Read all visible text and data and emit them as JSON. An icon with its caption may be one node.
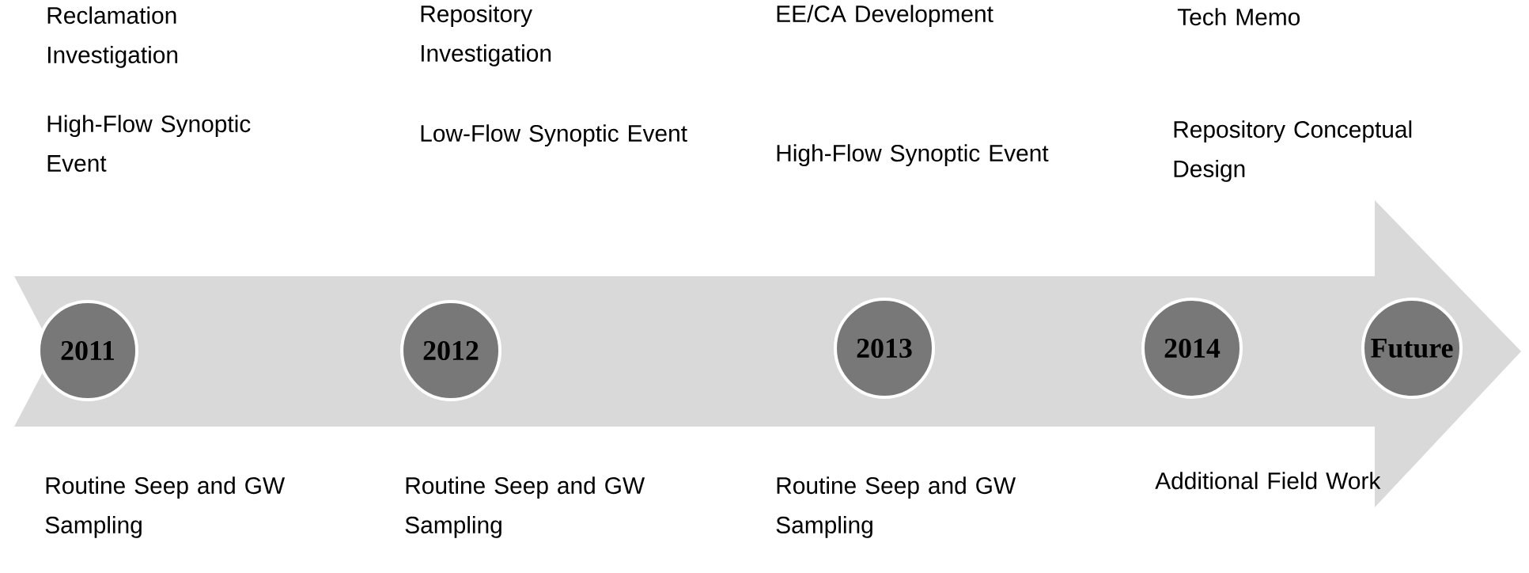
{
  "diagram": {
    "nodes": [
      {
        "text": [
          "2011"
        ]
      },
      {
        "text": [
          "2012"
        ]
      },
      {
        "text": [
          "2013"
        ]
      },
      {
        "text": [
          "2014"
        ]
      },
      {
        "text": [
          "Future"
        ]
      }
    ],
    "labels": [
      "Reclamation Investigation",
      "Repository Investigation",
      "EE/CA Development",
      "Tech Memo",
      "High-Flow Synoptic Event",
      "Low-Flow Synoptic Event",
      "High-Flow Synoptic Event",
      "Repository Conceptual Design",
      "Routine Seep and GW Sampling",
      "Routine Seep and GW Sampling",
      "Routine Seep and GW Sampling",
      "Additional Field Work"
    ]
  }
}
